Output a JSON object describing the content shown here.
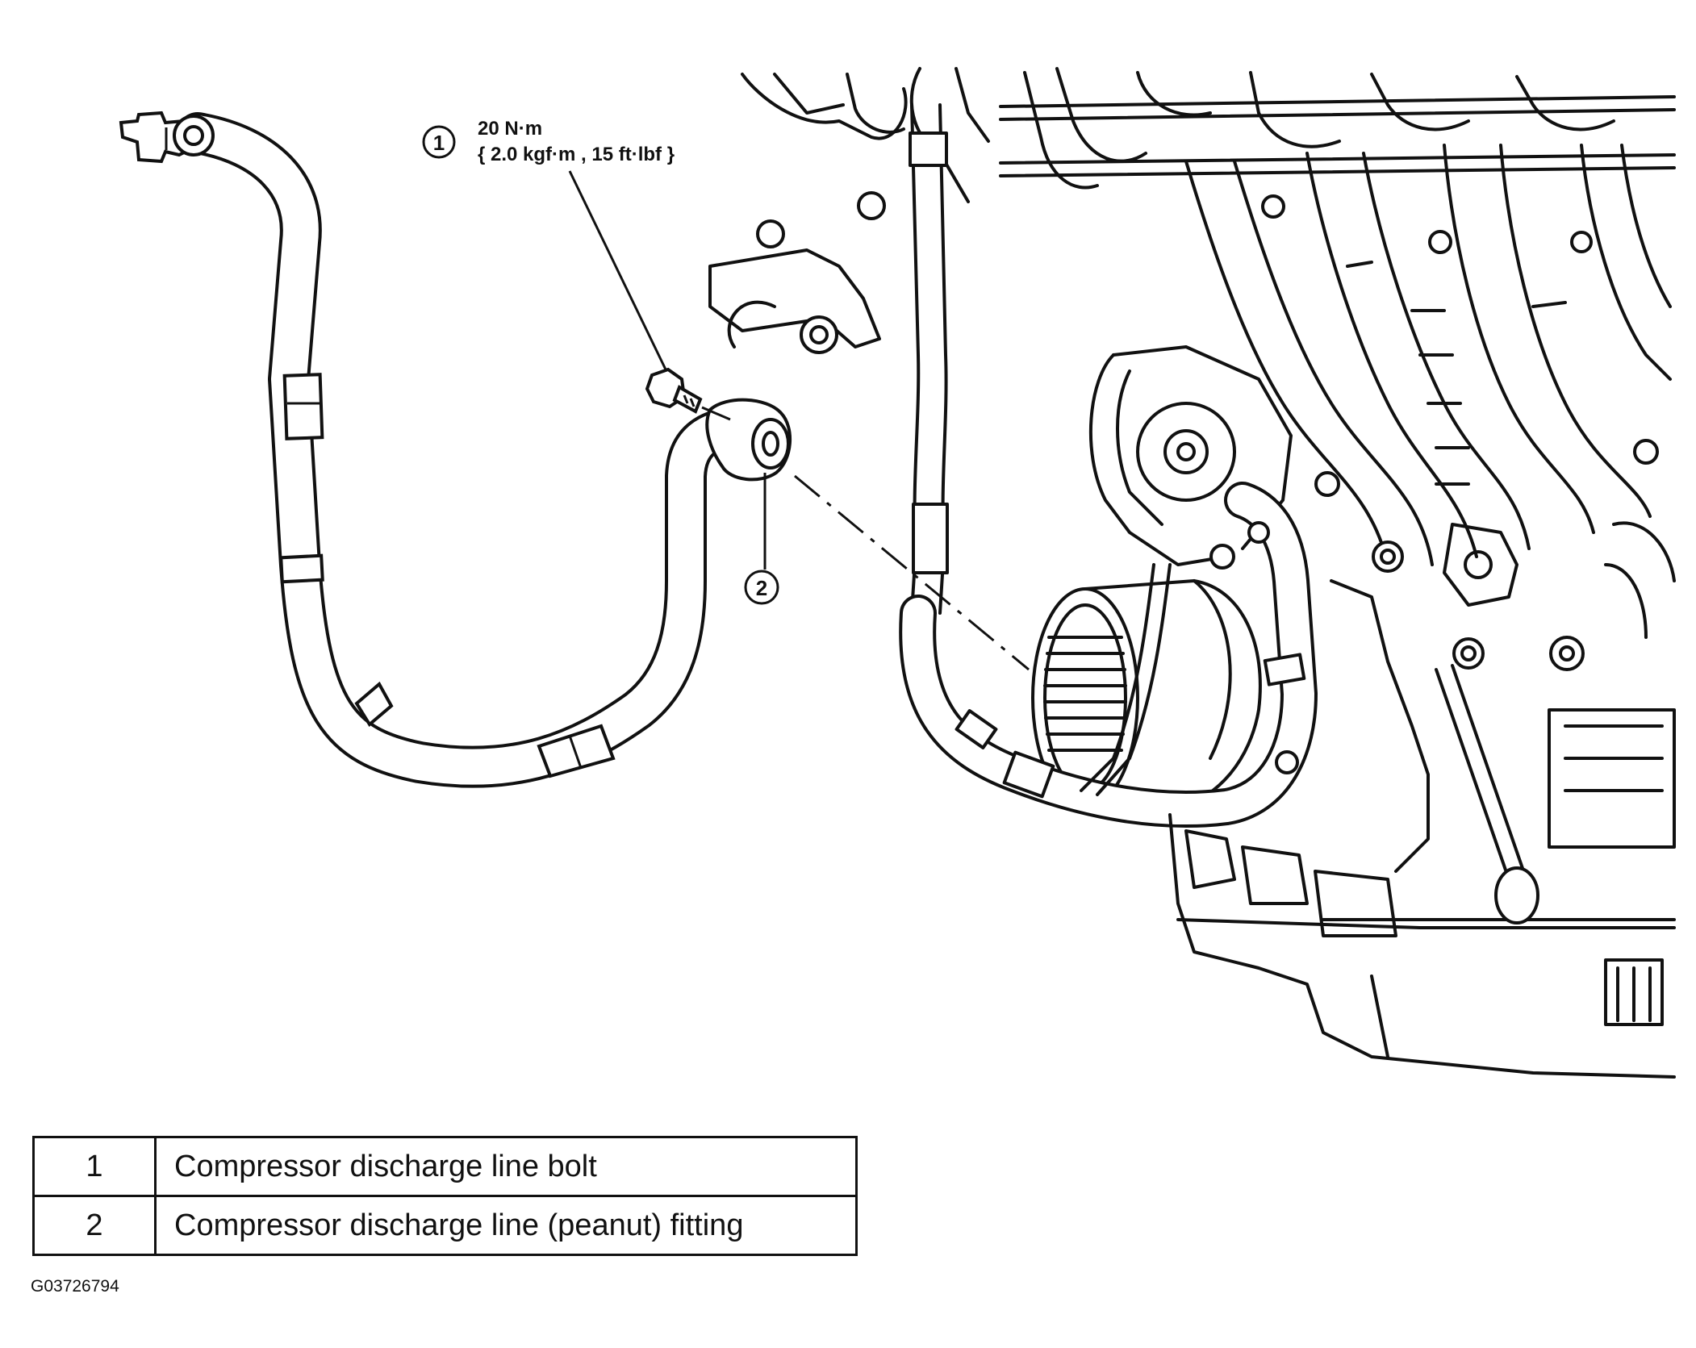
{
  "callouts": [
    {
      "number": "1",
      "torque_line1": "20 N·m",
      "torque_line2": "{ 2.0 kgf·m , 15 ft·lbf }"
    },
    {
      "number": "2"
    }
  ],
  "legend": [
    {
      "number": "1",
      "description": "Compressor discharge line bolt"
    },
    {
      "number": "2",
      "description": "Compressor discharge line (peanut) fitting"
    }
  ],
  "figure_code": "G03726794",
  "colors": {
    "ink": "#111111",
    "background": "#ffffff"
  }
}
